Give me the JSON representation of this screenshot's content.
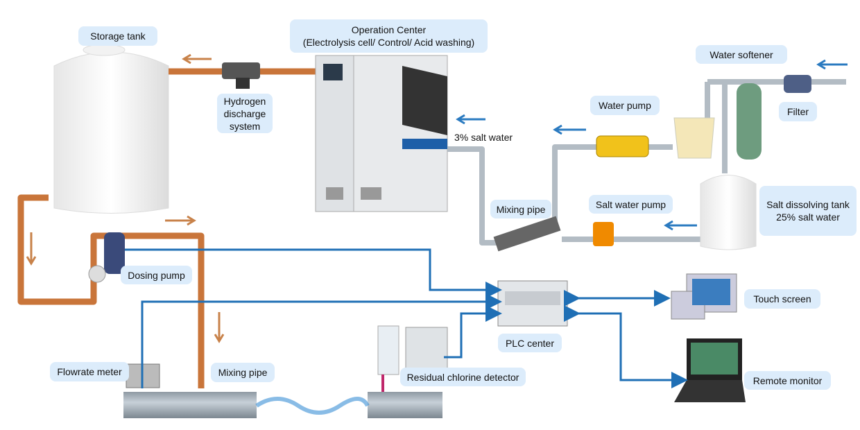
{
  "labels": {
    "storage_tank": "Storage tank",
    "operation_center": "Operation Center\n(Electrolysis cell/ Control/ Acid washing)",
    "hydrogen_discharge": "Hydrogen\ndischarge\nsystem",
    "water_softener": "Water softener",
    "filter": "Filter",
    "water_pump": "Water pump",
    "salt_water_3": "3% salt water",
    "mixing_pipe_upper": "Mixing pipe",
    "salt_water_pump": "Salt water pump",
    "salt_dissolving_tank": "Salt dissolving tank\n25% salt water",
    "dosing_pump": "Dosing pump",
    "touch_screen": "Touch screen",
    "plc_center": "PLC center",
    "flowrate_meter": "Flowrate meter",
    "mixing_pipe_lower": "Mixing pipe",
    "residual_chlorine_detector": "Residual chlorine detector",
    "remote_monitor": "Remote monitor"
  },
  "colors": {
    "label_bg": "#dcecfb",
    "copper_pipe": "#c9753a",
    "steel_pipe": "#b3bcc4",
    "signal_wire": "#1f6fb5",
    "flow_arrow_orange": "#c8824a",
    "flow_arrow_blue": "#2a7ac0"
  }
}
